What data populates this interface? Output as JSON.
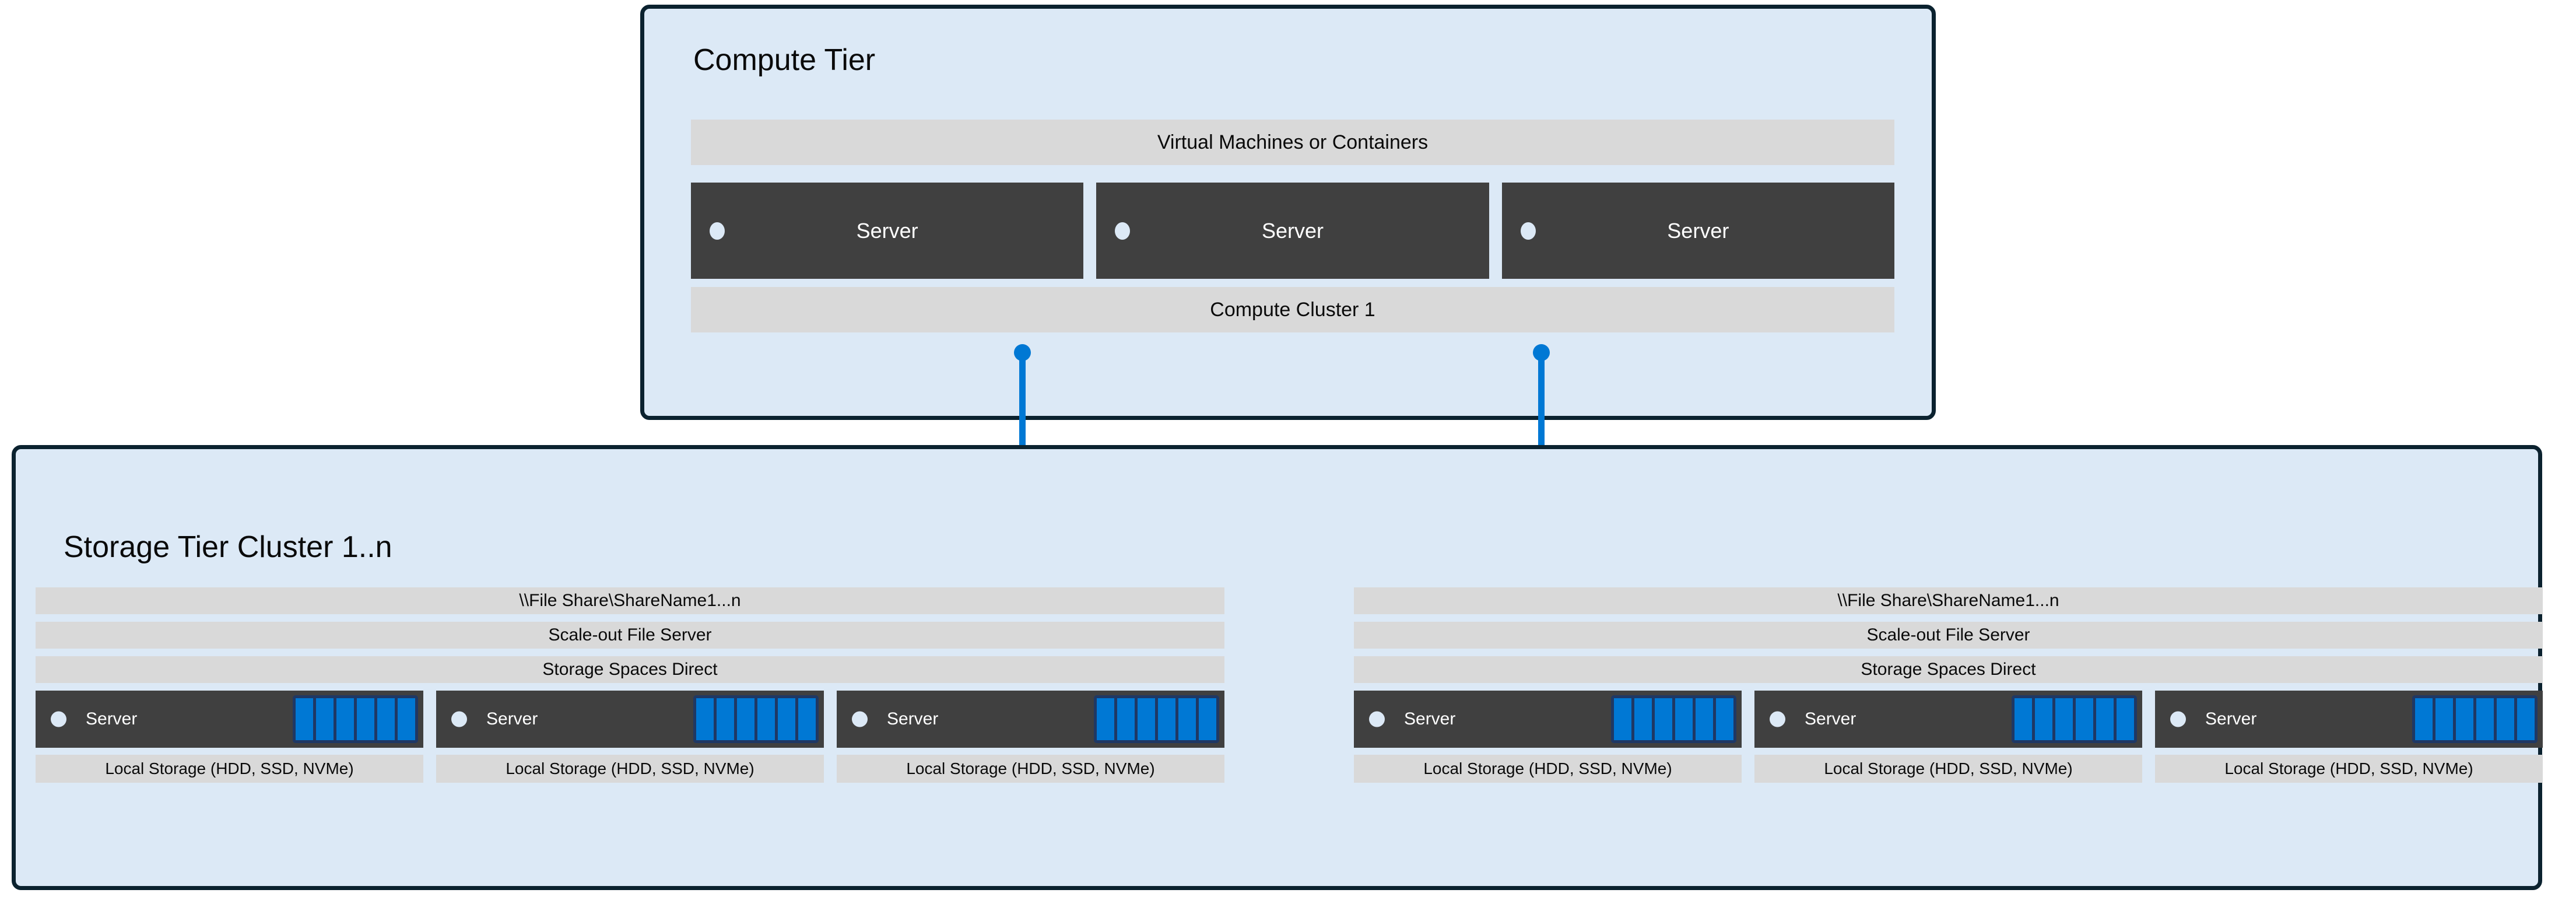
{
  "compute_tier": {
    "title": "Compute Tier",
    "top_band": "Virtual Machines or Containers",
    "bottom_band": "Compute Cluster 1",
    "servers": [
      {
        "label": "Server"
      },
      {
        "label": "Server"
      },
      {
        "label": "Server"
      }
    ]
  },
  "storage_tier": {
    "title": "Storage Tier Cluster 1..n",
    "clusters": [
      {
        "bands": [
          "\\\\File Share\\ShareName1...n",
          "Scale-out File Server",
          "Storage Spaces Direct"
        ],
        "nodes": [
          {
            "label": "Server",
            "storage_label": "Local Storage (HDD, SSD, NVMe)",
            "disk_count": 6
          },
          {
            "label": "Server",
            "storage_label": "Local Storage (HDD, SSD, NVMe)",
            "disk_count": 6
          },
          {
            "label": "Server",
            "storage_label": "Local Storage (HDD, SSD, NVMe)",
            "disk_count": 6
          }
        ]
      },
      {
        "bands": [
          "\\\\File Share\\ShareName1...n",
          "Scale-out File Server",
          "Storage Spaces Direct"
        ],
        "nodes": [
          {
            "label": "Server",
            "storage_label": "Local Storage (HDD, SSD, NVMe)",
            "disk_count": 6
          },
          {
            "label": "Server",
            "storage_label": "Local Storage (HDD, SSD, NVMe)",
            "disk_count": 6
          },
          {
            "label": "Server",
            "storage_label": "Local Storage (HDD, SSD, NVMe)",
            "disk_count": 6
          }
        ]
      }
    ]
  },
  "connectors": [
    {
      "icon": "folder-icon"
    },
    {
      "icon": "folder-icon"
    }
  ],
  "colors": {
    "tier_fill": "#dce9f6",
    "tier_border": "#0b222f",
    "band_fill": "#d9d9d9",
    "server_fill": "#404040",
    "accent_blue": "#0078d4",
    "disk_bay": "#1f3864",
    "server_text": "#ffffff",
    "body_text": "#0a0a0a"
  }
}
